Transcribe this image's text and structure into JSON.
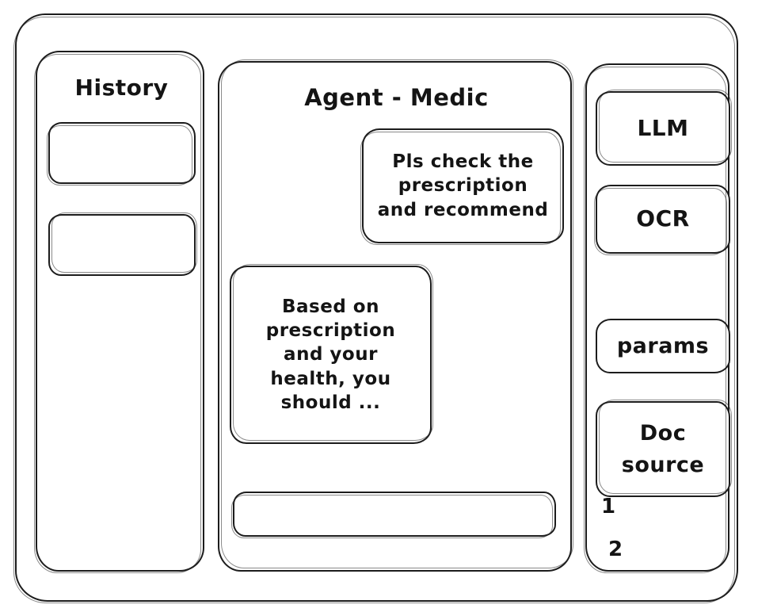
{
  "window": {
    "frame_label": "app-window"
  },
  "sidebar_left": {
    "title": "History",
    "items": [
      {
        "label": "",
        "name": "history-item-1"
      },
      {
        "label": "",
        "name": "history-item-2"
      }
    ]
  },
  "main": {
    "title": "Agent - Medic",
    "messages": [
      {
        "role": "user",
        "text": "Pls check the\nprescription\nand recommend"
      },
      {
        "role": "assistant",
        "text": "Based on\nprescription\nand your\nhealth, you\nshould ..."
      }
    ],
    "input": {
      "value": "",
      "placeholder": ""
    }
  },
  "sidebar_right": {
    "tools": [
      {
        "label": "LLM",
        "name": "tool-llm"
      },
      {
        "label": "OCR",
        "name": "tool-ocr"
      },
      {
        "label": "params",
        "name": "tool-params"
      },
      {
        "label": "Doc\nsource",
        "name": "tool-docsource"
      }
    ],
    "doc_source_items": [
      "1",
      "2"
    ]
  },
  "colors": {
    "stroke": "#1c1c1c",
    "background": "#ffffff",
    "text": "#141414"
  }
}
